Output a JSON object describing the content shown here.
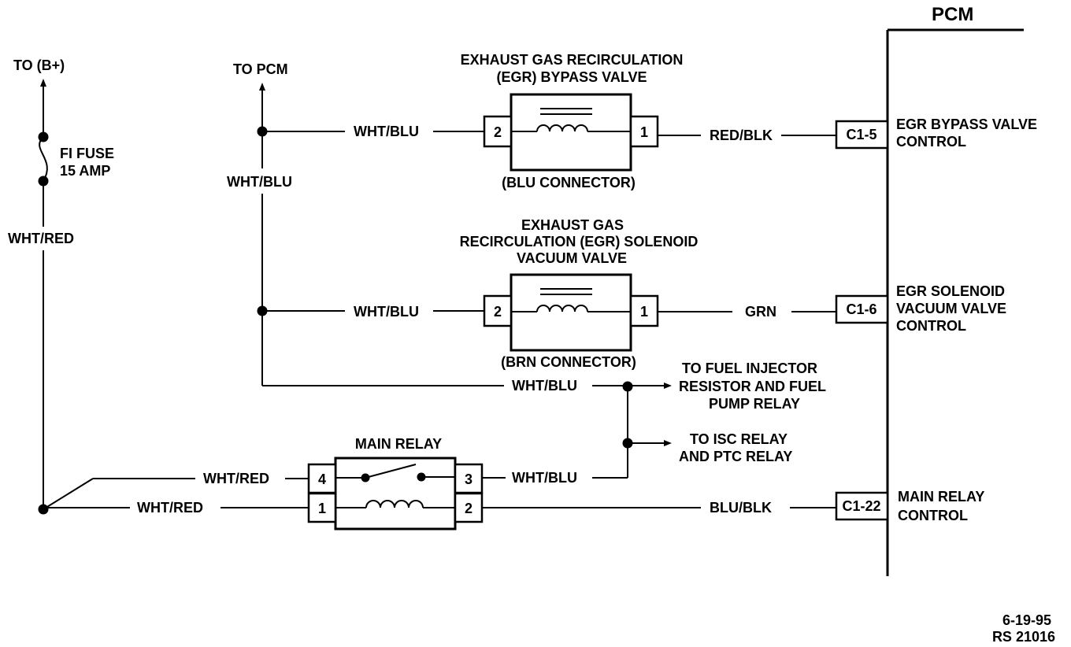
{
  "pcm": {
    "title": "PCM",
    "egr_bypass_pin": "C1-5",
    "egr_bypass_label": [
      "EGR BYPASS VALVE",
      "CONTROL"
    ],
    "egr_solenoid_pin": "C1-6",
    "egr_solenoid_label": [
      "EGR SOLENOID",
      "VACUUM VALVE",
      "CONTROL"
    ],
    "main_relay_pin": "C1-22",
    "main_relay_label": [
      "MAIN RELAY",
      "CONTROL"
    ]
  },
  "power": {
    "to_b_plus": "TO (B+)",
    "fuse": [
      "FI FUSE",
      "15 AMP"
    ],
    "wire": "WHT/RED"
  },
  "to_pcm": "TO PCM",
  "feed_wire": "WHT/BLU",
  "egr_bypass_valve": {
    "title": [
      "EXHAUST GAS RECIRCULATION",
      "(EGR) BYPASS VALVE"
    ],
    "connector": "(BLU CONNECTOR)",
    "pin_left": "2",
    "pin_right": "1",
    "wire_in": "WHT/BLU",
    "wire_out": "RED/BLK"
  },
  "egr_solenoid_valve": {
    "title": [
      "EXHAUST GAS",
      "RECIRCULATION (EGR) SOLENOID",
      "VACUUM VALVE"
    ],
    "connector": "(BRN CONNECTOR)",
    "pin_left": "2",
    "pin_right": "1",
    "wire_in": "WHT/BLU",
    "wire_out": "GRN"
  },
  "bottom_wire": "WHT/BLU",
  "fuel_injector_dest": [
    "TO FUEL INJECTOR",
    "RESISTOR AND FUEL",
    "PUMP RELAY"
  ],
  "isc_dest": [
    "TO ISC RELAY",
    "AND PTC RELAY"
  ],
  "main_relay": {
    "title": "MAIN RELAY",
    "pin4": "4",
    "pin3": "3",
    "pin1": "1",
    "pin2": "2",
    "wire_pin4": "WHT/RED",
    "wire_pin1": "WHT/RED",
    "wire_pin3": "WHT/BLU",
    "wire_pin2": "BLU/BLK"
  },
  "footer": {
    "date": "6-19-95",
    "code": "RS 21016"
  }
}
